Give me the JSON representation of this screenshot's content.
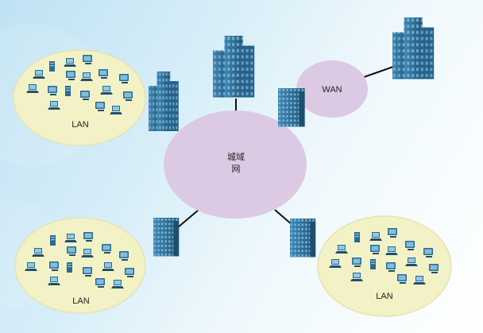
{
  "diagram": {
    "man_label_line1": "城域",
    "man_label_line2": "网",
    "wan_label": "WAN",
    "lan_top_left_label": "LAN",
    "lan_bottom_left_label": "LAN",
    "lan_bottom_right_label": "LAN"
  },
  "colors": {
    "lan_fill": "#f3f2c6",
    "man_fill": "#dcc9e3",
    "wan_fill": "#dcc9e3",
    "building_fill": "#2f6f9a",
    "link_color": "#111111"
  }
}
